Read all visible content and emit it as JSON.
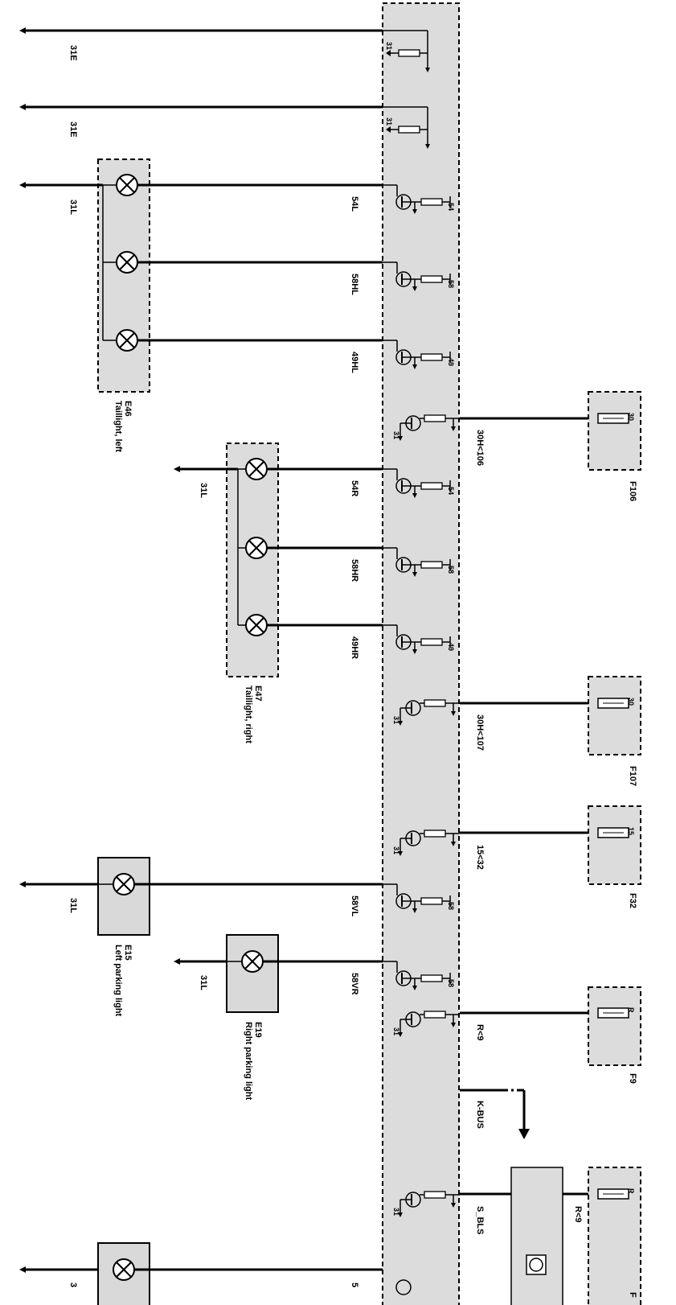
{
  "module_labels": {
    "pin31": "31",
    "pin54": "54",
    "pin58": "58",
    "pin49": "49",
    "pin30": "30",
    "pin15": "15",
    "pinR": "R"
  },
  "ground_rows": [
    {
      "wire": "31E"
    },
    {
      "wire": "31E"
    }
  ],
  "taillight_left": {
    "id": "E46",
    "name": "Taillight, left",
    "ground": "31L",
    "wires": [
      "54L",
      "58HL",
      "49HL"
    ],
    "pins": [
      "54",
      "58",
      "49"
    ]
  },
  "taillight_right": {
    "id": "E47",
    "name": "Taillight, right",
    "ground": "31L",
    "wires": [
      "54R",
      "58HR",
      "49HR"
    ],
    "pins": [
      "54",
      "58",
      "49"
    ]
  },
  "fuse_feeds": [
    {
      "fuse": "F106",
      "pin": "30",
      "wire": "30H<106"
    },
    {
      "fuse": "F107",
      "pin": "30",
      "wire": "30H<107"
    },
    {
      "fuse": "F32",
      "pin": "15",
      "wire": "15<32"
    },
    {
      "fuse": "F9",
      "pin": "R",
      "wire": "R<9"
    }
  ],
  "parking_left": {
    "id": "E15",
    "name": "Left parking light",
    "ground": "31L",
    "wire": "58VL",
    "pin": "58"
  },
  "parking_right": {
    "id": "E19",
    "name": "Right parking light",
    "ground": "31L",
    "wire": "58VR",
    "pin": "58"
  },
  "kbus": {
    "label": "K-BUS"
  },
  "bottom": {
    "wire_sbls": "S_BLS",
    "wire_r9": "R<9",
    "fuse_pin": "R",
    "bottom_ground": "3",
    "bottom_wire": "5",
    "fuse_id": "F"
  },
  "colors": {
    "module_fill": "#dcdcdc",
    "box_fill": "#d9d9d9",
    "wire": "#000000"
  }
}
